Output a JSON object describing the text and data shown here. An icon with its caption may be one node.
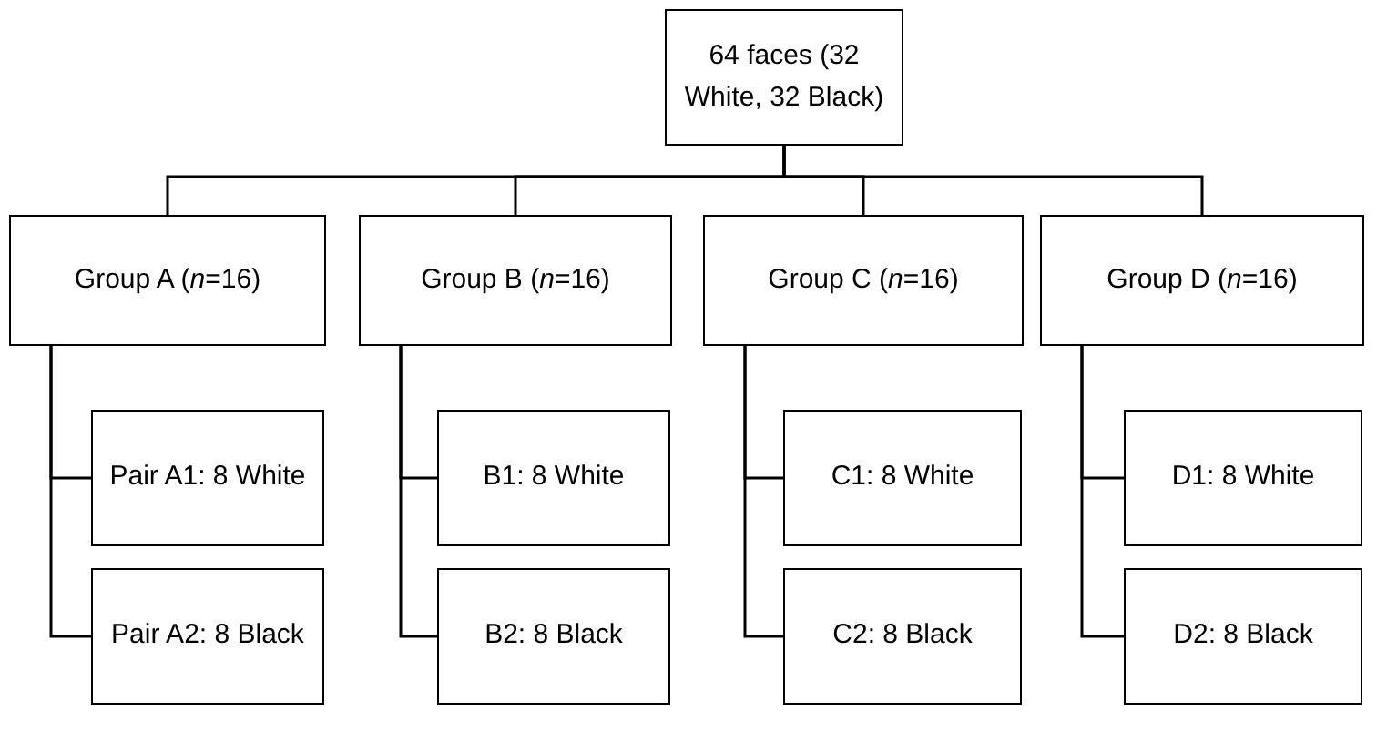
{
  "diagram": {
    "nodes": [
      {
        "text": [
          "64 faces (32 White, 32 Black)"
        ]
      },
      {
        "text": [
          "Group A (*n*=16)"
        ]
      },
      {
        "text": [
          "Group B (*n*=16)"
        ]
      },
      {
        "text": [
          "Group C (*n*=16)"
        ]
      },
      {
        "text": [
          "Group D (*n*=16)"
        ]
      },
      {
        "text": [
          "Pair A1: 8 White"
        ]
      },
      {
        "text": [
          "Pair A2: 8 Black"
        ]
      },
      {
        "text": [
          "B1: 8 White"
        ]
      },
      {
        "text": [
          "B2: 8 Black"
        ]
      },
      {
        "text": [
          "C1: 8 White"
        ]
      },
      {
        "text": [
          "C2: 8 Black"
        ]
      },
      {
        "text": [
          "D1: 8 White"
        ]
      },
      {
        "text": [
          "D2: 8 Black"
        ]
      }
    ],
    "edges": [
      {
        "from": 0,
        "to": 1,
        "arrow": "none"
      },
      {
        "from": 0,
        "to": 2,
        "arrow": "none"
      },
      {
        "from": 0,
        "to": 3,
        "arrow": "none"
      },
      {
        "from": 0,
        "to": 4,
        "arrow": "none"
      },
      {
        "from": 1,
        "to": 5,
        "arrow": "none"
      },
      {
        "from": 1,
        "to": 6,
        "arrow": "none"
      },
      {
        "from": 2,
        "to": 7,
        "arrow": "none"
      },
      {
        "from": 2,
        "to": 8,
        "arrow": "none"
      },
      {
        "from": 3,
        "to": 9,
        "arrow": "none"
      },
      {
        "from": 3,
        "to": 10,
        "arrow": "none"
      },
      {
        "from": 4,
        "to": 11,
        "arrow": "none"
      },
      {
        "from": 4,
        "to": 12,
        "arrow": "none"
      }
    ]
  }
}
